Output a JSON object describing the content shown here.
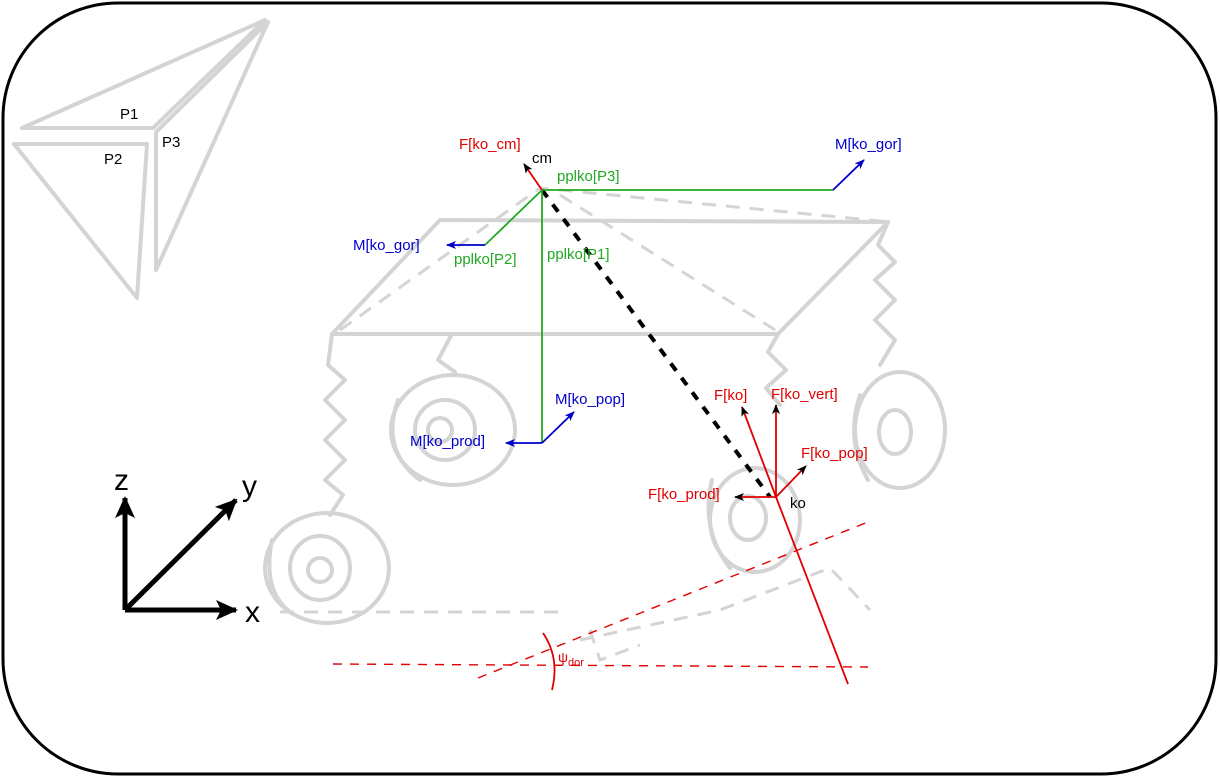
{
  "colors": {
    "force": "#e00000",
    "moment": "#0000cc",
    "lever": "#22a822",
    "ghost": "#d4d4d4",
    "frame": "#000000"
  },
  "prism_labels": {
    "p1": "P1",
    "p2": "P2",
    "p3": "P3"
  },
  "axes": {
    "x": "x",
    "y": "y",
    "z": "z"
  },
  "points": {
    "cm": "cm",
    "ko": "ko"
  },
  "forces": {
    "ko_cm": "F[ko_cm]",
    "ko": "F[ko]",
    "ko_vert": "F[ko_vert]",
    "ko_pop": "F[ko_pop]",
    "ko_prod": "F[ko_prod]"
  },
  "moments": {
    "gor_right": "M[ko_gor]",
    "gor_left": "M[ko_gor]",
    "pop": "M[ko_pop]",
    "prod": "M[ko_prod]"
  },
  "levers": {
    "p1": "pplko[P1]",
    "p2": "pplko[P2]",
    "p3": "pplko[P3]"
  },
  "angle": {
    "symbol": "ψ",
    "subscript": "dor"
  }
}
